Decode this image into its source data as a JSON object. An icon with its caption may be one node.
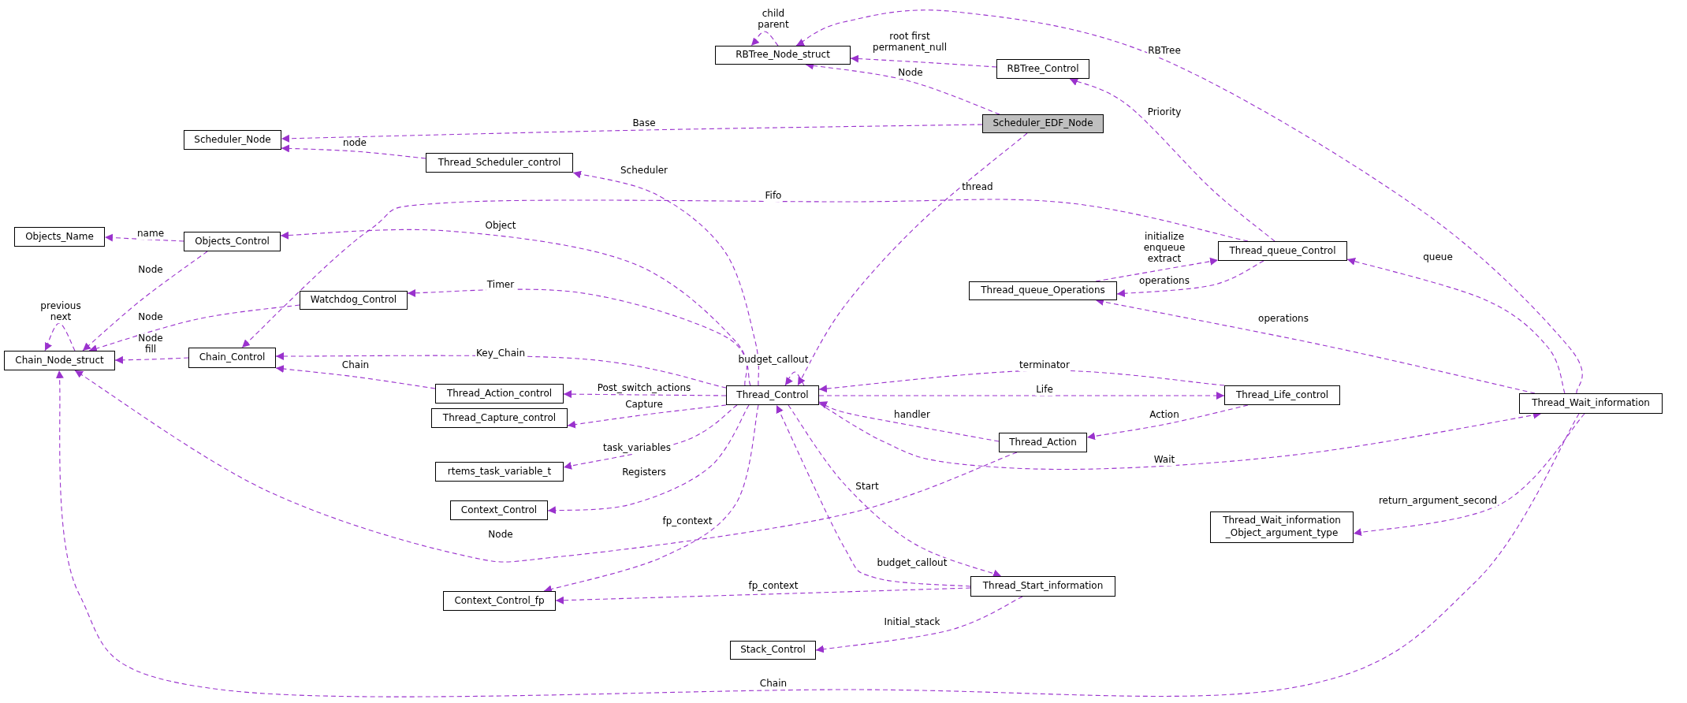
{
  "diagram": {
    "nodes": [
      {
        "text": [
          "RBTree_Node_struct"
        ]
      },
      {
        "text": [
          "RBTree_Control"
        ]
      },
      {
        "text": [
          "Scheduler_EDF_Node"
        ]
      },
      {
        "text": [
          "Scheduler_Node"
        ]
      },
      {
        "text": [
          "Thread_Scheduler_control"
        ]
      },
      {
        "text": [
          "Objects_Name"
        ]
      },
      {
        "text": [
          "Objects_Control"
        ]
      },
      {
        "text": [
          "Thread_queue_Control"
        ]
      },
      {
        "text": [
          "Thread_queue_Operations"
        ]
      },
      {
        "text": [
          "Watchdog_Control"
        ]
      },
      {
        "text": [
          "Chain_Control"
        ]
      },
      {
        "text": [
          "Chain_Node_struct"
        ]
      },
      {
        "text": [
          "Thread_Action_control"
        ]
      },
      {
        "text": [
          "Thread_Control"
        ]
      },
      {
        "text": [
          "Thread_Life_control"
        ]
      },
      {
        "text": [
          "Thread_Wait_information"
        ]
      },
      {
        "text": [
          "Thread_Capture_control"
        ]
      },
      {
        "text": [
          "Thread_Action"
        ]
      },
      {
        "text": [
          "rtems_task_variable_t"
        ]
      },
      {
        "text": [
          "Context_Control"
        ]
      },
      {
        "text": [
          "Thread_Wait_information _Object_argument_type"
        ]
      },
      {
        "text": [
          "Thread_Start_information"
        ]
      },
      {
        "text": [
          "Context_Control_fp"
        ]
      },
      {
        "text": [
          "Stack_Control"
        ]
      }
    ],
    "edges": [
      {
        "from": 0,
        "to": 0,
        "arrow": "to",
        "label": "child parent",
        "style": "dashed"
      },
      {
        "from": 2,
        "to": 0,
        "arrow": "to",
        "label": "Node",
        "style": "dashed"
      },
      {
        "from": 1,
        "to": 0,
        "arrow": "to",
        "label": "root first permanent_null",
        "style": "dashed"
      },
      {
        "from": 15,
        "to": 0,
        "arrow": "to",
        "label": "RBTree",
        "style": "dashed"
      },
      {
        "from": 2,
        "to": 3,
        "arrow": "to",
        "label": "Base",
        "style": "dashed"
      },
      {
        "from": 4,
        "to": 3,
        "arrow": "to",
        "label": "node",
        "style": "dashed"
      },
      {
        "from": 7,
        "to": 1,
        "arrow": "to",
        "label": "Priority",
        "style": "dashed"
      },
      {
        "from": 13,
        "to": 4,
        "arrow": "to",
        "label": "Scheduler",
        "style": "dashed"
      },
      {
        "from": 2,
        "to": 13,
        "arrow": "to",
        "label": "thread",
        "style": "dashed"
      },
      {
        "from": 7,
        "to": 10,
        "arrow": "to",
        "label": "Fifo",
        "style": "dashed"
      },
      {
        "from": 13,
        "to": 6,
        "arrow": "to",
        "label": "Object",
        "style": "dashed"
      },
      {
        "from": 6,
        "to": 5,
        "arrow": "to",
        "label": "name",
        "style": "dashed"
      },
      {
        "from": 6,
        "to": 11,
        "arrow": "to",
        "label": "Node",
        "style": "dashed"
      },
      {
        "from": 13,
        "to": 9,
        "arrow": "to",
        "label": "Timer",
        "style": "dashed"
      },
      {
        "from": 9,
        "to": 11,
        "arrow": "to",
        "label": "Node",
        "style": "dashed"
      },
      {
        "from": 11,
        "to": 11,
        "arrow": "to",
        "label": "previous next",
        "style": "dashed"
      },
      {
        "from": 10,
        "to": 11,
        "arrow": "to",
        "label": "Node fill",
        "style": "dashed"
      },
      {
        "from": 13,
        "to": 10,
        "arrow": "to",
        "label": "Key_Chain",
        "style": "dashed"
      },
      {
        "from": 12,
        "to": 10,
        "arrow": "to",
        "label": "Chain",
        "style": "dashed"
      },
      {
        "from": 13,
        "to": 13,
        "arrow": "to",
        "label": "budget_callout",
        "style": "dashed"
      },
      {
        "from": 13,
        "to": 12,
        "arrow": "to",
        "label": "Post_switch_actions",
        "style": "dashed"
      },
      {
        "from": 13,
        "to": 16,
        "arrow": "to",
        "label": "Capture",
        "style": "dashed"
      },
      {
        "from": 13,
        "to": 18,
        "arrow": "to",
        "label": "task_variables",
        "style": "dashed"
      },
      {
        "from": 13,
        "to": 19,
        "arrow": "to",
        "label": "Registers",
        "style": "dashed"
      },
      {
        "from": 13,
        "to": 22,
        "arrow": "to",
        "label": "fp_context",
        "style": "dashed"
      },
      {
        "from": 17,
        "to": 11,
        "arrow": "to",
        "label": "Node",
        "style": "dashed"
      },
      {
        "from": 15,
        "to": 11,
        "arrow": "to",
        "label": "Chain",
        "style": "dashed"
      },
      {
        "from": 21,
        "to": 22,
        "arrow": "to",
        "label": "fp_context",
        "style": "dashed"
      },
      {
        "from": 21,
        "to": 13,
        "arrow": "to",
        "label": "budget_callout",
        "style": "dashed"
      },
      {
        "from": 13,
        "to": 21,
        "arrow": "to",
        "label": "Start",
        "style": "dashed"
      },
      {
        "from": 21,
        "to": 23,
        "arrow": "to",
        "label": "Initial_stack",
        "style": "dashed"
      },
      {
        "from": 8,
        "to": 7,
        "arrow": "to",
        "label": "initialize enqueue extract",
        "style": "dashed"
      },
      {
        "from": 7,
        "to": 8,
        "arrow": "to",
        "label": "operations",
        "style": "dashed"
      },
      {
        "from": 15,
        "to": 7,
        "arrow": "to",
        "label": "queue",
        "style": "dashed"
      },
      {
        "from": 15,
        "to": 8,
        "arrow": "to",
        "label": "operations",
        "style": "dashed"
      },
      {
        "from": 14,
        "to": 13,
        "arrow": "to",
        "label": "terminator",
        "style": "dashed"
      },
      {
        "from": 13,
        "to": 14,
        "arrow": "to",
        "label": "Life",
        "style": "dashed"
      },
      {
        "from": 14,
        "to": 17,
        "arrow": "to",
        "label": "Action",
        "style": "dashed"
      },
      {
        "from": 17,
        "to": 13,
        "arrow": "to",
        "label": "handler",
        "style": "dashed"
      },
      {
        "from": 13,
        "to": 15,
        "arrow": "to",
        "label": "Wait",
        "style": "dashed"
      },
      {
        "from": 15,
        "to": 20,
        "arrow": "to",
        "label": "return_argument_second",
        "style": "dashed"
      }
    ]
  }
}
